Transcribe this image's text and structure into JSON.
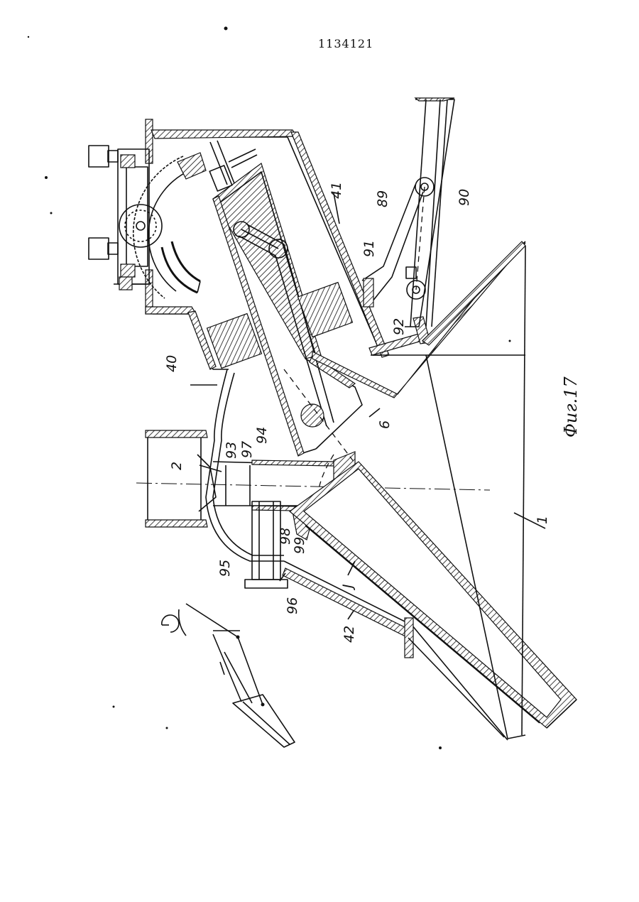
{
  "document": {
    "number": "1134121"
  },
  "figure": {
    "caption": "Фиг.17"
  },
  "callouts": {
    "c40": "40",
    "c41": "41",
    "c89": "89",
    "c90": "90",
    "c91": "91",
    "c92": "92",
    "c1": "1",
    "c2": "2",
    "c6": "6",
    "c93": "93",
    "c97": "97",
    "c94": "94",
    "c98": "98",
    "c99": "99",
    "c95": "95",
    "c96": "96",
    "c3": "J",
    "c42": "42"
  }
}
